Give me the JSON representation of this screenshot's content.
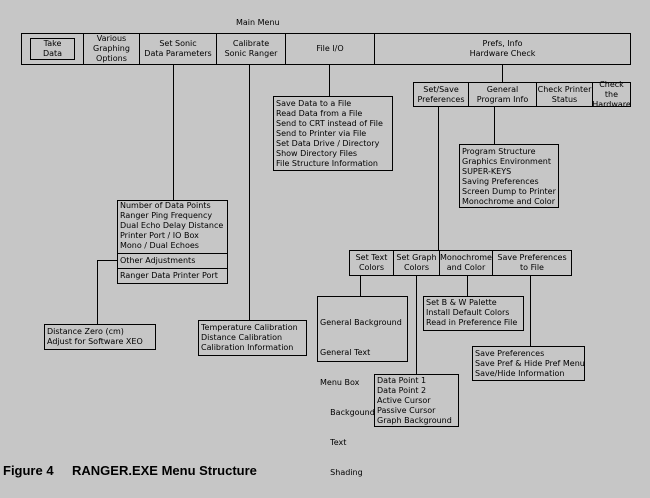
{
  "main_menu": {
    "title": "Main Menu",
    "items": [
      "Take\nData",
      "Various\nGraphing\nOptions",
      "Set Sonic\nData Parameters",
      "Calibrate\nSonic Ranger",
      "File I/O",
      "Prefs, Info\nHardware Check"
    ]
  },
  "prefs_menu": {
    "items": [
      "Set/Save\nPreferences",
      "General\nProgram Info",
      "Check Printer\nStatus",
      "Check the\nHardware"
    ]
  },
  "file_io_list": [
    "Save Data to a File",
    "Read Data from a File",
    "Send to CRT instead of File",
    "Send to Printer via File",
    "Set Data Drive / Directory",
    "Show Directory Files",
    "File Structure Information"
  ],
  "program_info_list": [
    "Program Structure",
    "Graphics Environment",
    "SUPER-KEYS",
    "Saving Preferences",
    "Screen Dump to Printer",
    "Monochrome and Color"
  ],
  "data_params": {
    "list": [
      "Number of Data Points",
      "Ranger Ping Frequency",
      "Dual Echo Delay Distance",
      "Printer Port / IO Box",
      "Mono / Dual Echoes"
    ],
    "other": "Other Adjustments",
    "printer_port": "Ranger Data Printer Port"
  },
  "other_adjustments_list": [
    "Distance Zero (cm)",
    "Adjust for Software XEO"
  ],
  "calibration_list": [
    "Temperature Calibration",
    "Distance Calibration",
    "Calibration Information"
  ],
  "prefs_submenu": {
    "items": [
      "Set Text\nColors",
      "Set Graph\nColors",
      "Monochrome\nand Color",
      "Save Preferences\nto File"
    ]
  },
  "text_colors_list": [
    "General Background",
    "General Text",
    "Menu Box",
    "    Backgound",
    "    Text",
    "    Shading"
  ],
  "graph_colors_list": [
    "Data Point 1",
    "Data Point 2",
    "Active Cursor",
    "Passive Cursor",
    "Graph Background"
  ],
  "mono_color_list": [
    "Set B & W Palette",
    "Install Default Colors",
    "Read in Preference File"
  ],
  "save_prefs_list": [
    "Save Preferences",
    "Save Pref & Hide Pref Menu",
    "Save/Hide Information"
  ],
  "caption": {
    "figure": "Figure 4",
    "title": "RANGER.EXE Menu Structure"
  }
}
